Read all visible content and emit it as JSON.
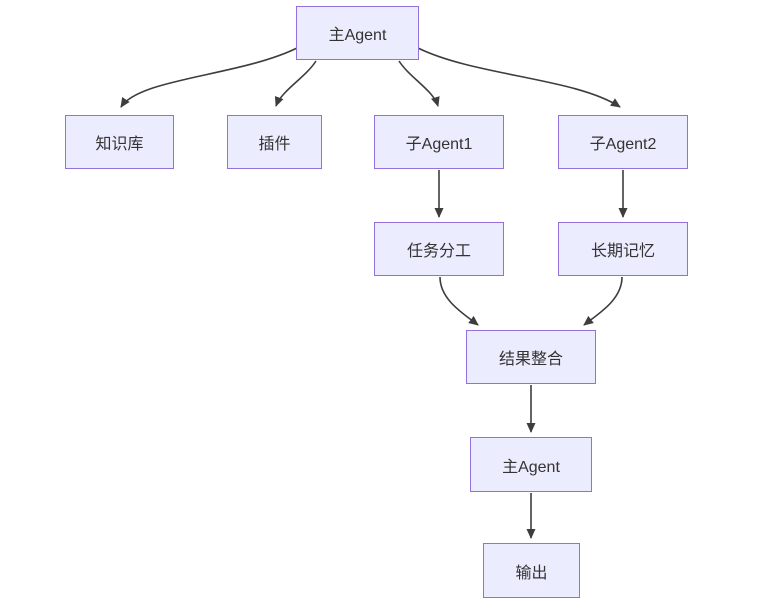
{
  "diagram": {
    "type": "flowchart",
    "direction": "top-down",
    "background_color": "#FFFFFF",
    "node_fill_color": "#ECECFF",
    "node_border_color": "#9370DB",
    "edge_color": "#3D3D3D",
    "text_color": "#333333"
  },
  "nodes": {
    "main_top": {
      "label": "主Agent"
    },
    "knowledge": {
      "label": "知识库"
    },
    "plugin": {
      "label": "插件"
    },
    "sub_agent_1": {
      "label": "子Agent1"
    },
    "sub_agent_2": {
      "label": "子Agent2"
    },
    "task_division": {
      "label": "任务分工"
    },
    "long_term_memory": {
      "label": "长期记忆"
    },
    "result_merge": {
      "label": "结果整合"
    },
    "main_bottom": {
      "label": "主Agent"
    },
    "output": {
      "label": "输出"
    }
  },
  "edges": [
    {
      "from": "主Agent",
      "to": "知识库"
    },
    {
      "from": "主Agent",
      "to": "插件"
    },
    {
      "from": "主Agent",
      "to": "子Agent1"
    },
    {
      "from": "主Agent",
      "to": "子Agent2"
    },
    {
      "from": "子Agent1",
      "to": "任务分工"
    },
    {
      "from": "子Agent2",
      "to": "长期记忆"
    },
    {
      "from": "任务分工",
      "to": "结果整合"
    },
    {
      "from": "长期记忆",
      "to": "结果整合"
    },
    {
      "from": "结果整合",
      "to": "主Agent"
    },
    {
      "from": "主Agent",
      "to": "输出"
    }
  ]
}
